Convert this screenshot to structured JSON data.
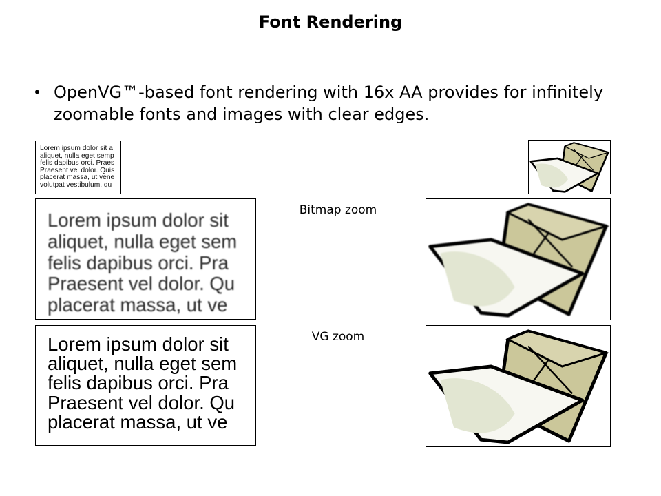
{
  "slide": {
    "title": "Font Rendering",
    "bullet": "OpenVG™-based font rendering with 16x AA provides for infinitely zoomable fonts and images with clear edges.",
    "bullet_marker": "•"
  },
  "sample_text": {
    "small_lines": [
      "Lorem ipsum dolor sit a",
      "aliquet, nulla eget semp",
      "felis dapibus orci. Praes",
      "Praesent vel dolor. Quis",
      "placerat massa, ut vene",
      "volutpat vestibulum, qu"
    ],
    "large_lines": [
      "Lorem ipsum dolor sit",
      "aliquet, nulla eget sem",
      "felis dapibus orci. Pra",
      "Praesent vel dolor. Qu",
      "placerat massa, ut ve"
    ]
  },
  "captions": {
    "bitmap": "Bitmap zoom",
    "vg": "VG zoom"
  },
  "colors": {
    "envelope_fill": "#cbc79a",
    "envelope_flap": "#d8d4ae",
    "paper_fill": "#f7f7f1",
    "paper_shade": "#e2e6d2",
    "outline": "#000000"
  },
  "icons": {
    "envelope_image": "envelope-with-letter-clipart"
  }
}
